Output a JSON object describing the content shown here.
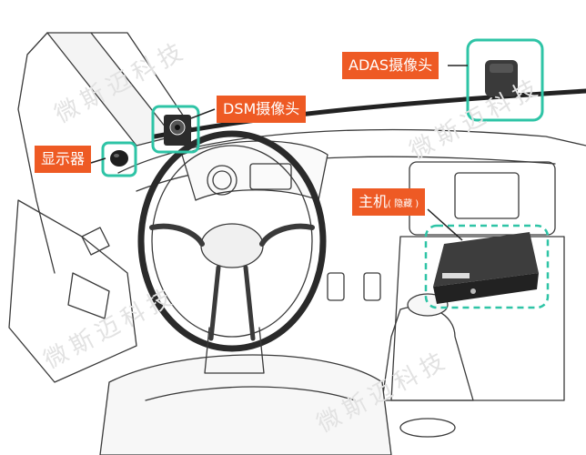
{
  "labels": {
    "adas": "ADAS摄像头",
    "dsm": "DSM摄像头",
    "display": "显示器",
    "host": "主机",
    "host_note": "( 隐藏 )"
  },
  "watermark": "微斯迈科技",
  "colors": {
    "label_bg": "#ee5a24",
    "highlight": "#2ec4a6",
    "line": "#333333"
  }
}
